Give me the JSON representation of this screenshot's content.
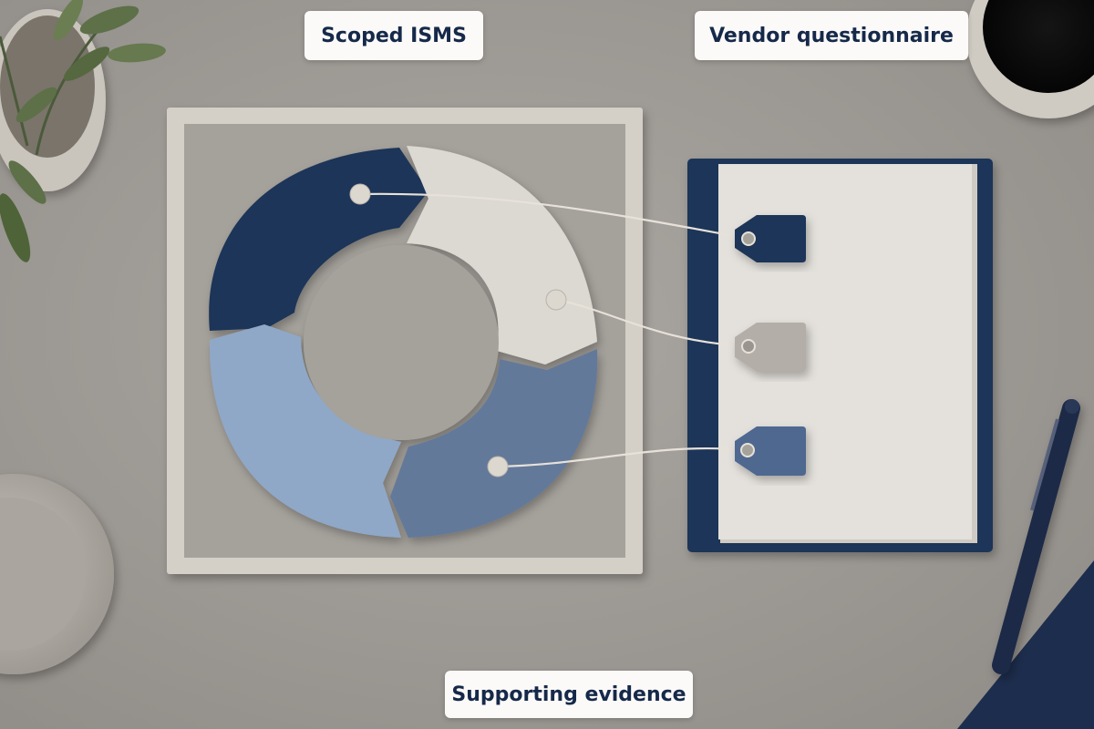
{
  "labels": {
    "scoped_isms": "Scoped ISMS",
    "vendor_questionnaire": "Vendor questionnaire",
    "supporting_evidence": "Supporting evidence"
  },
  "colors": {
    "navy": "#1f3458",
    "cream": "#dcd8d2",
    "light_blue": "#8fa8c8",
    "slate_blue": "#63799a",
    "grey_tag": "#b3aea7",
    "tabletop": "#9e9a95"
  }
}
